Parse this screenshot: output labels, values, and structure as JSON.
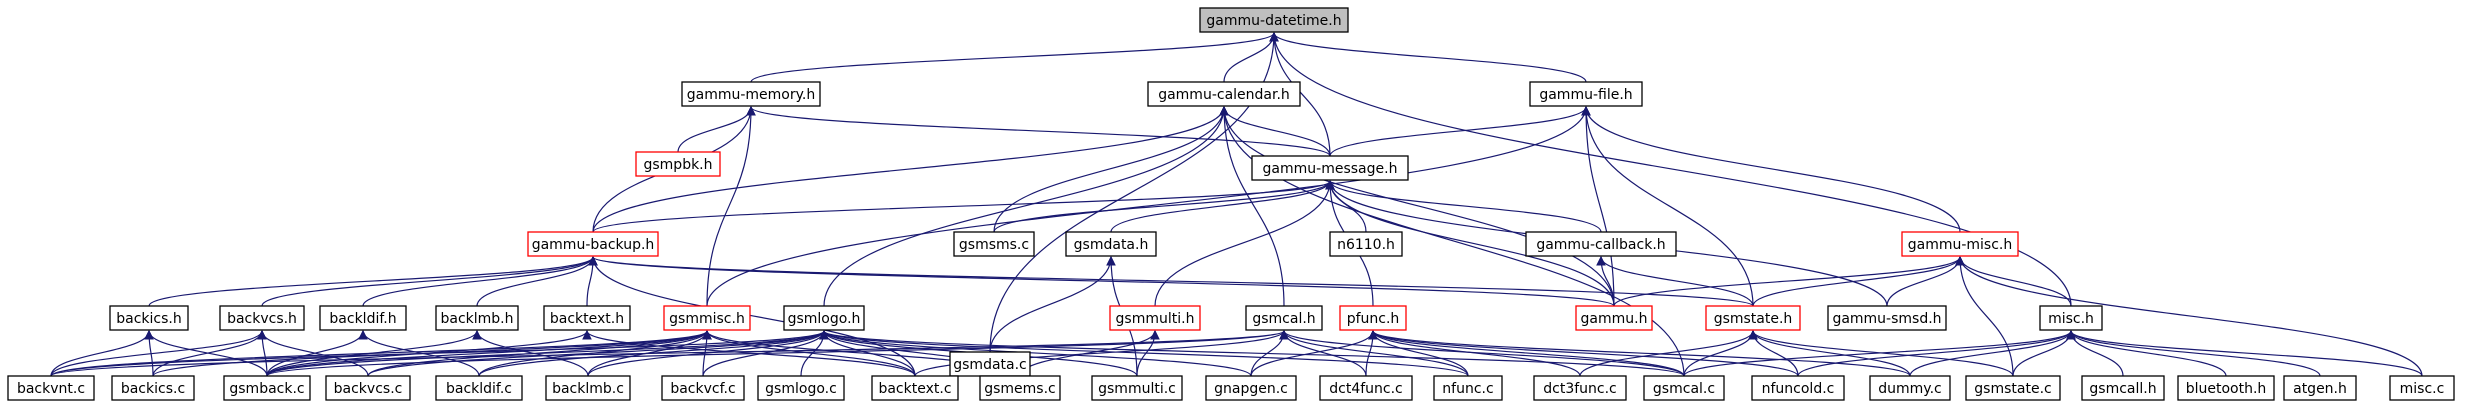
{
  "colors": {
    "background": "#ffffff",
    "edge": "#191970",
    "box_border_default": "#000000",
    "box_border_truncated": "#ff0000",
    "box_fill_default": "#ffffff",
    "box_fill_root": "#bfbfbf",
    "text": "#000000"
  },
  "diagram": {
    "nodes": [
      {
        "id": "gammu-datetime-h",
        "label": "gammu-datetime.h",
        "style": "root"
      },
      {
        "id": "gammu-memory-h",
        "label": "gammu-memory.h",
        "style": "default"
      },
      {
        "id": "gammu-calendar-h",
        "label": "gammu-calendar.h",
        "style": "default"
      },
      {
        "id": "gammu-file-h",
        "label": "gammu-file.h",
        "style": "default"
      },
      {
        "id": "gsmpbk-h",
        "label": "gsmpbk.h",
        "style": "truncated"
      },
      {
        "id": "gammu-message-h",
        "label": "gammu-message.h",
        "style": "default"
      },
      {
        "id": "gammu-backup-h",
        "label": "gammu-backup.h",
        "style": "truncated"
      },
      {
        "id": "gsmsms-c",
        "label": "gsmsms.c",
        "style": "default"
      },
      {
        "id": "gsmdata-h",
        "label": "gsmdata.h",
        "style": "default"
      },
      {
        "id": "n6110-h",
        "label": "n6110.h",
        "style": "default"
      },
      {
        "id": "gammu-callback-h",
        "label": "gammu-callback.h",
        "style": "default"
      },
      {
        "id": "gammu-misc-h",
        "label": "gammu-misc.h",
        "style": "truncated"
      },
      {
        "id": "backics-h",
        "label": "backics.h",
        "style": "default"
      },
      {
        "id": "backvcs-h",
        "label": "backvcs.h",
        "style": "default"
      },
      {
        "id": "backldif-h",
        "label": "backldif.h",
        "style": "default"
      },
      {
        "id": "backlmb-h",
        "label": "backlmb.h",
        "style": "default"
      },
      {
        "id": "backtext-h",
        "label": "backtext.h",
        "style": "default"
      },
      {
        "id": "gsmmisc-h",
        "label": "gsmmisc.h",
        "style": "truncated"
      },
      {
        "id": "gsmlogo-h",
        "label": "gsmlogo.h",
        "style": "default"
      },
      {
        "id": "gsmdata-c",
        "label": "gsmdata.c",
        "style": "default"
      },
      {
        "id": "gsmmulti-h",
        "label": "gsmmulti.h",
        "style": "truncated"
      },
      {
        "id": "gsmcal-h",
        "label": "gsmcal.h",
        "style": "default"
      },
      {
        "id": "pfunc-h",
        "label": "pfunc.h",
        "style": "truncated"
      },
      {
        "id": "gammu-h",
        "label": "gammu.h",
        "style": "truncated"
      },
      {
        "id": "gsmstate-h",
        "label": "gsmstate.h",
        "style": "truncated"
      },
      {
        "id": "gammu-smsd-h",
        "label": "gammu-smsd.h",
        "style": "default"
      },
      {
        "id": "misc-h",
        "label": "misc.h",
        "style": "default"
      },
      {
        "id": "backvnt-c",
        "label": "backvnt.c",
        "style": "default"
      },
      {
        "id": "backics-c",
        "label": "backics.c",
        "style": "default"
      },
      {
        "id": "gsmback-c",
        "label": "gsmback.c",
        "style": "default"
      },
      {
        "id": "backvcs-c",
        "label": "backvcs.c",
        "style": "default"
      },
      {
        "id": "backldif-c",
        "label": "backldif.c",
        "style": "default"
      },
      {
        "id": "backlmb-c",
        "label": "backlmb.c",
        "style": "default"
      },
      {
        "id": "backvcf-c",
        "label": "backvcf.c",
        "style": "default"
      },
      {
        "id": "gsmlogo-c",
        "label": "gsmlogo.c",
        "style": "default"
      },
      {
        "id": "backtext-c",
        "label": "backtext.c",
        "style": "default"
      },
      {
        "id": "gsmems-c",
        "label": "gsmems.c",
        "style": "default"
      },
      {
        "id": "gsmmulti-c",
        "label": "gsmmulti.c",
        "style": "default"
      },
      {
        "id": "gnapgen-c",
        "label": "gnapgen.c",
        "style": "default"
      },
      {
        "id": "dct4func-c",
        "label": "dct4func.c",
        "style": "default"
      },
      {
        "id": "nfunc-c",
        "label": "nfunc.c",
        "style": "default"
      },
      {
        "id": "dct3func-c",
        "label": "dct3func.c",
        "style": "default"
      },
      {
        "id": "gsmcal-c",
        "label": "gsmcal.c",
        "style": "default"
      },
      {
        "id": "nfuncold-c",
        "label": "nfuncold.c",
        "style": "default"
      },
      {
        "id": "dummy-c",
        "label": "dummy.c",
        "style": "default"
      },
      {
        "id": "gsmstate-c",
        "label": "gsmstate.c",
        "style": "default"
      },
      {
        "id": "gsmcall-h",
        "label": "gsmcall.h",
        "style": "default"
      },
      {
        "id": "bluetooth-h",
        "label": "bluetooth.h",
        "style": "default"
      },
      {
        "id": "atgen-h",
        "label": "atgen.h",
        "style": "default"
      },
      {
        "id": "misc-c",
        "label": "misc.c",
        "style": "default"
      }
    ],
    "edges": [
      [
        "gammu-memory-h",
        "gammu-datetime-h"
      ],
      [
        "gammu-calendar-h",
        "gammu-datetime-h"
      ],
      [
        "gammu-file-h",
        "gammu-datetime-h"
      ],
      [
        "gammu-message-h",
        "gammu-datetime-h"
      ],
      [
        "gsmdata-c",
        "gammu-datetime-h"
      ],
      [
        "misc-h",
        "gammu-datetime-h"
      ],
      [
        "gsmpbk-h",
        "gammu-memory-h"
      ],
      [
        "gammu-backup-h",
        "gammu-memory-h"
      ],
      [
        "gsmmisc-h",
        "gammu-memory-h"
      ],
      [
        "gammu-message-h",
        "gammu-memory-h"
      ],
      [
        "gammu-message-h",
        "gammu-calendar-h"
      ],
      [
        "gammu-backup-h",
        "gammu-calendar-h"
      ],
      [
        "gsmsms-c",
        "gammu-calendar-h"
      ],
      [
        "gsmlogo-h",
        "gammu-calendar-h"
      ],
      [
        "gsmcal-h",
        "gammu-calendar-h"
      ],
      [
        "gammu-h",
        "gammu-calendar-h"
      ],
      [
        "gsmcal-c",
        "gammu-calendar-h"
      ],
      [
        "gammu-message-h",
        "gammu-file-h"
      ],
      [
        "gammu-misc-h",
        "gammu-file-h"
      ],
      [
        "gammu-h",
        "gammu-file-h"
      ],
      [
        "gsmstate-h",
        "gammu-file-h"
      ],
      [
        "gsmmisc-h",
        "gammu-file-h"
      ],
      [
        "gammu-backup-h",
        "gammu-message-h"
      ],
      [
        "gsmsms-c",
        "gammu-message-h"
      ],
      [
        "gsmdata-h",
        "gammu-message-h"
      ],
      [
        "n6110-h",
        "gammu-message-h"
      ],
      [
        "gammu-callback-h",
        "gammu-message-h"
      ],
      [
        "gsmmulti-h",
        "gammu-message-h"
      ],
      [
        "pfunc-h",
        "gammu-message-h"
      ],
      [
        "gammu-h",
        "gammu-message-h"
      ],
      [
        "gammu-smsd-h",
        "gammu-message-h"
      ],
      [
        "backics-h",
        "gammu-backup-h"
      ],
      [
        "backvcs-h",
        "gammu-backup-h"
      ],
      [
        "backldif-h",
        "gammu-backup-h"
      ],
      [
        "backlmb-h",
        "gammu-backup-h"
      ],
      [
        "backtext-h",
        "gammu-backup-h"
      ],
      [
        "gammu-h",
        "gammu-backup-h"
      ],
      [
        "backtext-c",
        "gammu-backup-h"
      ],
      [
        "gsmstate-h",
        "gammu-backup-h"
      ],
      [
        "gsmdata-c",
        "gsmdata-h"
      ],
      [
        "gsmmulti-c",
        "gsmdata-h"
      ],
      [
        "gammu-h",
        "gammu-callback-h"
      ],
      [
        "gsmstate-h",
        "gammu-callback-h"
      ],
      [
        "gammu-h",
        "gammu-misc-h"
      ],
      [
        "gammu-smsd-h",
        "gammu-misc-h"
      ],
      [
        "gsmstate-h",
        "gammu-misc-h"
      ],
      [
        "misc-h",
        "gammu-misc-h"
      ],
      [
        "gsmstate-c",
        "gammu-misc-h"
      ],
      [
        "misc-c",
        "gammu-misc-h"
      ],
      [
        "backvnt-c",
        "backics-h"
      ],
      [
        "backics-c",
        "backics-h"
      ],
      [
        "gsmback-c",
        "backics-h"
      ],
      [
        "backvnt-c",
        "backvcs-h"
      ],
      [
        "backics-c",
        "backvcs-h"
      ],
      [
        "gsmback-c",
        "backvcs-h"
      ],
      [
        "backvcs-c",
        "backvcs-h"
      ],
      [
        "gsmback-c",
        "backldif-h"
      ],
      [
        "backldif-c",
        "backldif-h"
      ],
      [
        "gsmback-c",
        "backlmb-h"
      ],
      [
        "backlmb-c",
        "backlmb-h"
      ],
      [
        "gsmback-c",
        "backtext-h"
      ],
      [
        "backtext-c",
        "backtext-h"
      ],
      [
        "backvnt-c",
        "gsmmisc-h"
      ],
      [
        "backics-c",
        "gsmmisc-h"
      ],
      [
        "gsmback-c",
        "gsmmisc-h"
      ],
      [
        "backvcs-c",
        "gsmmisc-h"
      ],
      [
        "backldif-c",
        "gsmmisc-h"
      ],
      [
        "backlmb-c",
        "gsmmisc-h"
      ],
      [
        "backvcf-c",
        "gsmmisc-h"
      ],
      [
        "backtext-c",
        "gsmmisc-h"
      ],
      [
        "gsmems-c",
        "gsmmisc-h"
      ],
      [
        "backvnt-c",
        "gsmlogo-h"
      ],
      [
        "gsmback-c",
        "gsmlogo-h"
      ],
      [
        "backvcs-c",
        "gsmlogo-h"
      ],
      [
        "backldif-c",
        "gsmlogo-h"
      ],
      [
        "backlmb-c",
        "gsmlogo-h"
      ],
      [
        "backvcf-c",
        "gsmlogo-h"
      ],
      [
        "gsmlogo-c",
        "gsmlogo-h"
      ],
      [
        "backtext-c",
        "gsmlogo-h"
      ],
      [
        "gsmems-c",
        "gsmlogo-h"
      ],
      [
        "gsmmulti-c",
        "gsmlogo-h"
      ],
      [
        "gnapgen-c",
        "gsmlogo-h"
      ],
      [
        "nfunc-c",
        "gsmlogo-h"
      ],
      [
        "gsmcal-c",
        "gsmlogo-h"
      ],
      [
        "gsmems-c",
        "gsmmulti-h"
      ],
      [
        "gsmmulti-c",
        "gsmmulti-h"
      ],
      [
        "backvnt-c",
        "gsmcal-h"
      ],
      [
        "gsmback-c",
        "gsmcal-h"
      ],
      [
        "backtext-c",
        "gsmcal-h"
      ],
      [
        "gnapgen-c",
        "gsmcal-h"
      ],
      [
        "dct4func-c",
        "gsmcal-h"
      ],
      [
        "nfunc-c",
        "gsmcal-h"
      ],
      [
        "gsmcal-c",
        "gsmcal-h"
      ],
      [
        "gnapgen-c",
        "pfunc-h"
      ],
      [
        "dct4func-c",
        "pfunc-h"
      ],
      [
        "nfunc-c",
        "pfunc-h"
      ],
      [
        "dct3func-c",
        "pfunc-h"
      ],
      [
        "gsmcal-c",
        "pfunc-h"
      ],
      [
        "nfuncold-c",
        "pfunc-h"
      ],
      [
        "dummy-c",
        "pfunc-h"
      ],
      [
        "gsmcal-c",
        "gsmstate-h"
      ],
      [
        "nfuncold-c",
        "gsmstate-h"
      ],
      [
        "dummy-c",
        "gsmstate-h"
      ],
      [
        "gsmstate-c",
        "gsmstate-h"
      ],
      [
        "dct3func-c",
        "gsmstate-h"
      ],
      [
        "gsmcal-c",
        "misc-h"
      ],
      [
        "dummy-c",
        "misc-h"
      ],
      [
        "gsmstate-c",
        "misc-h"
      ],
      [
        "gsmcall-h",
        "misc-h"
      ],
      [
        "bluetooth-h",
        "misc-h"
      ],
      [
        "atgen-h",
        "misc-h"
      ],
      [
        "misc-c",
        "misc-h"
      ],
      [
        "nfuncold-c",
        "misc-h"
      ]
    ]
  }
}
